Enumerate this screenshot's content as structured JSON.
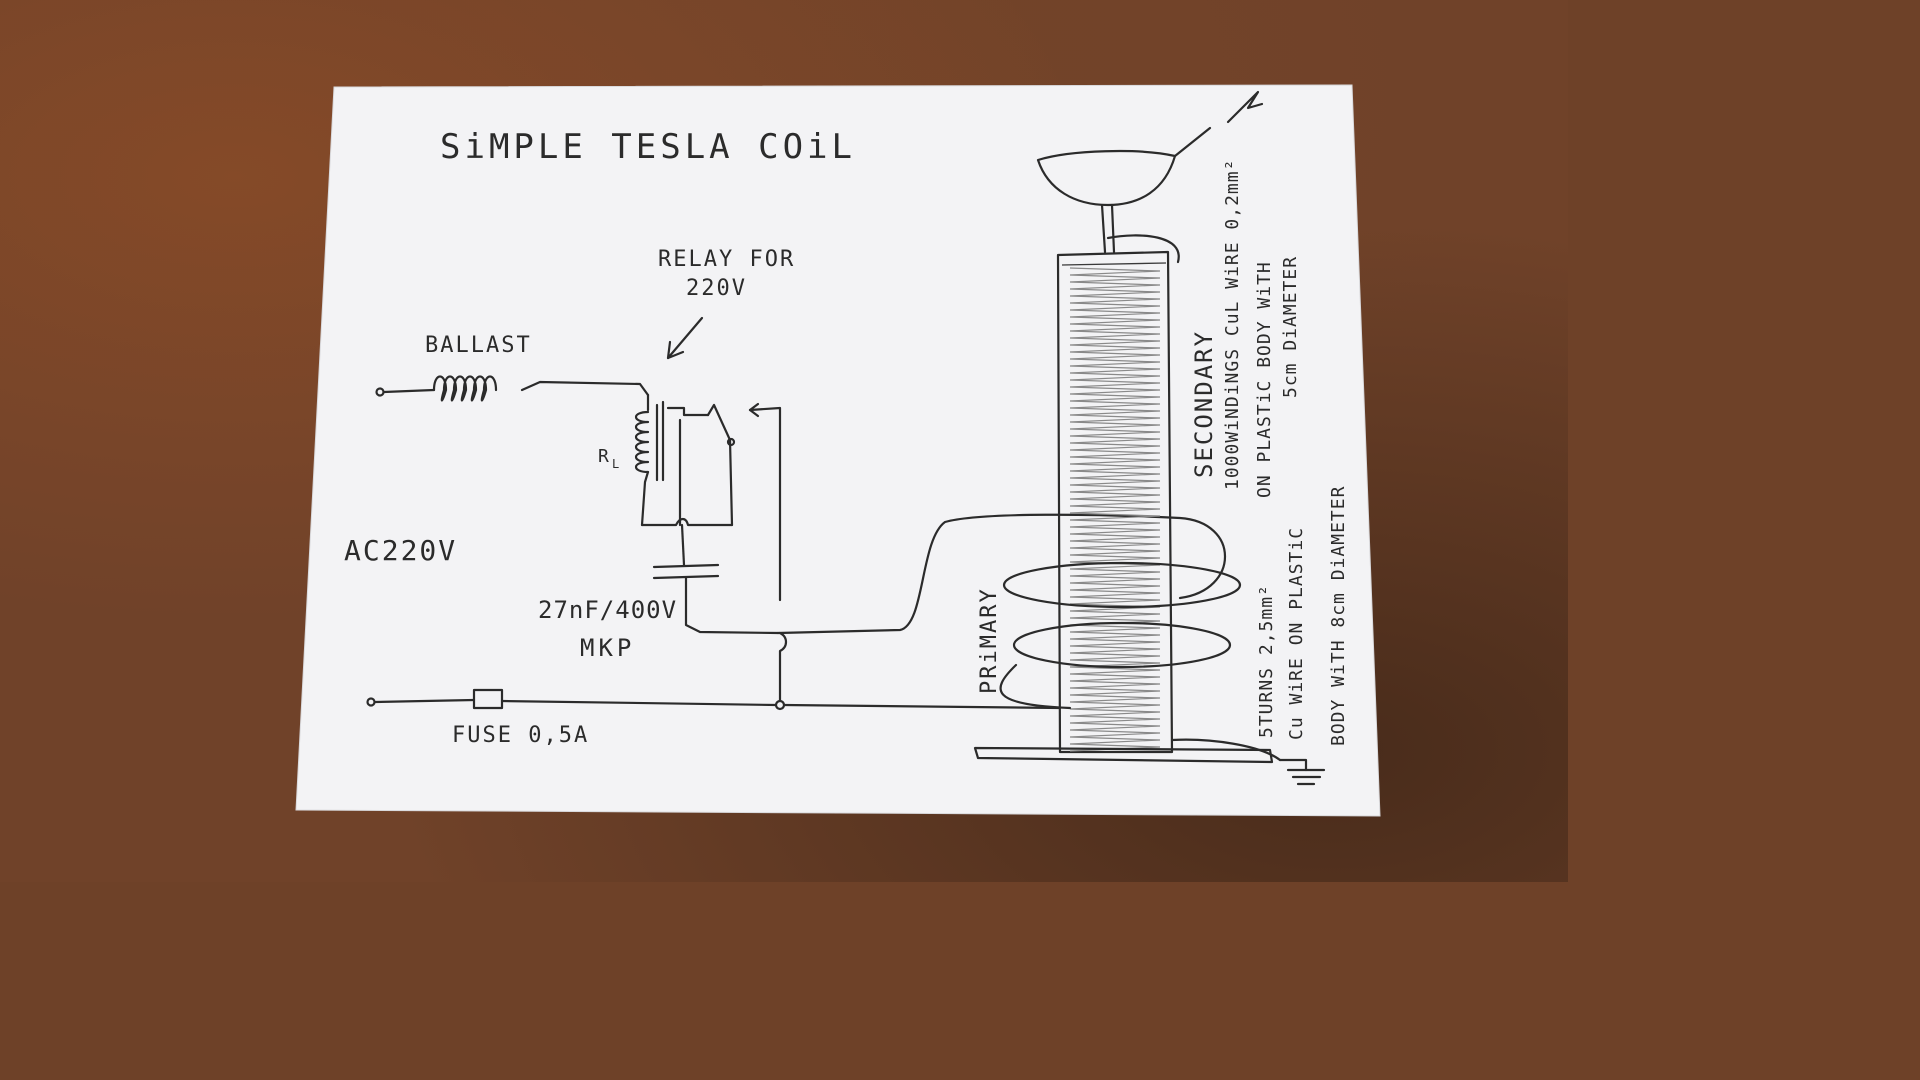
{
  "diagram": {
    "title": "SiMPLE TESLA COiL",
    "labels": {
      "relay_line1": "RELAY FOR",
      "relay_line2": "220V",
      "ballast": "BALLAST",
      "relay_coil": "R",
      "relay_coil_sub": "L",
      "ac_source": "AC220V",
      "capacitor_line1": "27nF/400V",
      "capacitor_line2": "MKP",
      "fuse": "FUSE 0,5A",
      "primary": "PRiMARY",
      "secondary_line1": "SECONDARY",
      "secondary_line2": "1000WiNDiNGS CuL WiRE 0,2mm²",
      "secondary_line3": "ON PLASTiC BODY WiTH",
      "secondary_line4": "5cm DiAMETER",
      "primary_spec_line1": "5TURNS 2,5mm²",
      "primary_spec_line2": "Cu WiRE ON PLASTiC",
      "primary_spec_line3": "BODY WiTH 8cm DiAMETER"
    }
  },
  "colors": {
    "background": "#704229",
    "paper": "#f3f3f5",
    "ink": "#2b2b2b"
  }
}
